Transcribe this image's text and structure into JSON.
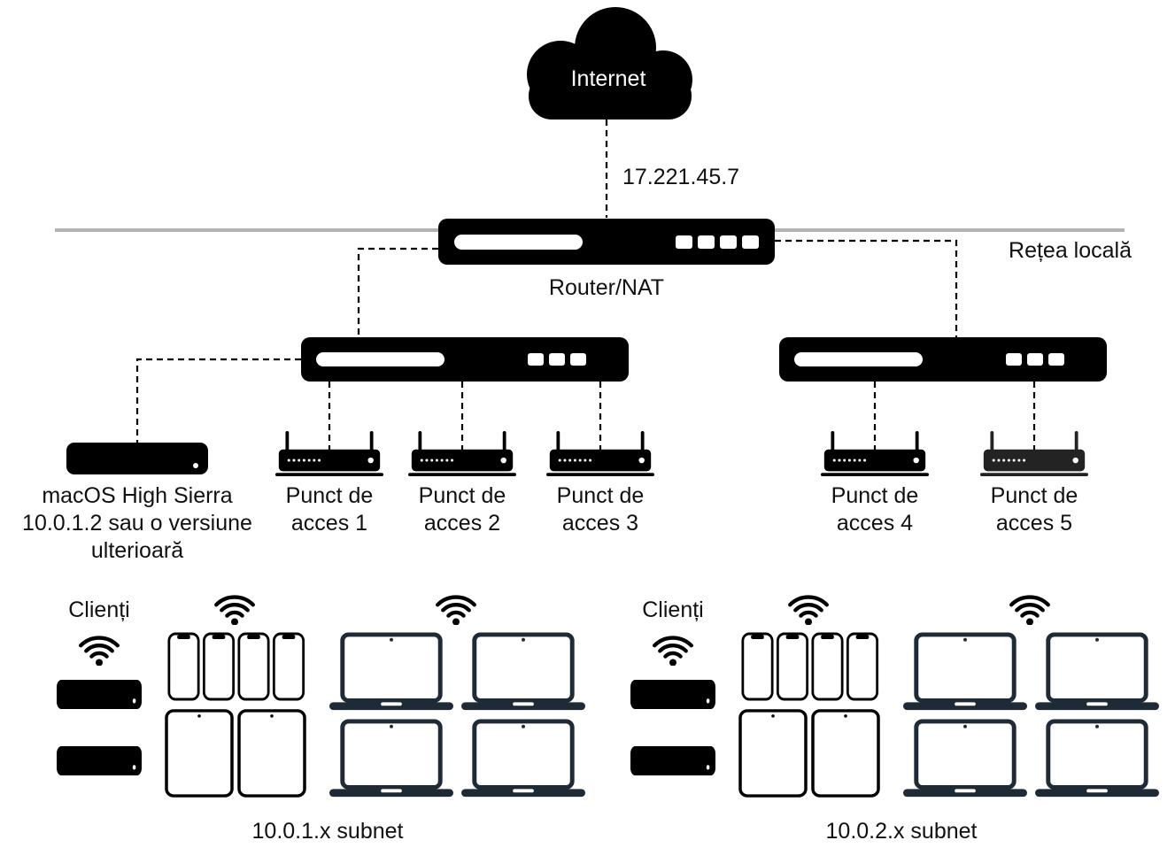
{
  "diagram": {
    "internet": {
      "label": "Internet"
    },
    "wan_ip": "17.221.45.7",
    "local_network_label": "Rețea locală",
    "router": {
      "label": "Router/NAT"
    },
    "mac_server": {
      "label_lines": [
        "macOS High Sierra",
        "10.0.1.2 sau o versiune",
        "ulterioară"
      ]
    },
    "access_points": [
      {
        "label_lines": [
          "Punct de",
          "acces 1"
        ]
      },
      {
        "label_lines": [
          "Punct de",
          "acces 2"
        ]
      },
      {
        "label_lines": [
          "Punct de",
          "acces 3"
        ]
      },
      {
        "label_lines": [
          "Punct de",
          "acces 4"
        ]
      },
      {
        "label_lines": [
          "Punct de",
          "acces 5"
        ]
      }
    ],
    "left_group": {
      "clients_label": "Clienți",
      "subnet_label": "10.0.1.x subnet"
    },
    "right_group": {
      "clients_label": "Clienți",
      "subnet_label": "10.0.2.x subnet"
    },
    "icons": {
      "cloud": "cloud-shape",
      "wifi": "wifi-arcs",
      "router": "rack-box-with-ports",
      "access_point": "router-with-antennas",
      "clients": "mac-mini / iphone / ipad / macbook silhouettes"
    },
    "colors": {
      "device_black": "#000000",
      "laptop_dark": "#1e2a36",
      "network_line_gray": "#b3b3b3",
      "text_black": "#111111",
      "background": "#ffffff"
    }
  }
}
